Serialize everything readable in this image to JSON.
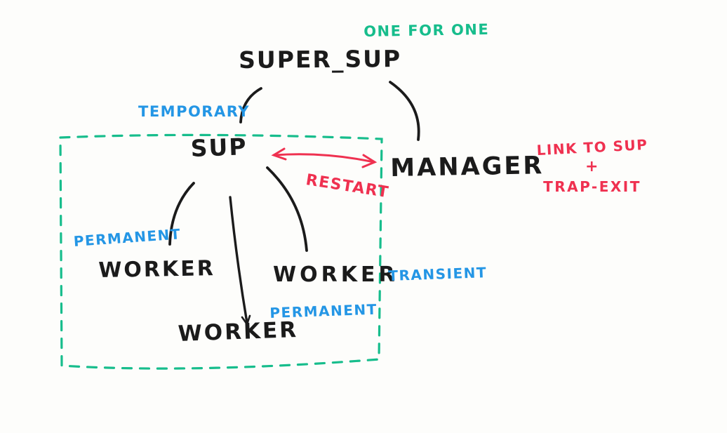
{
  "diagram": {
    "kind": "hand-drawn supervision tree sketch",
    "strategy_note": "ONE FOR ONE"
  },
  "nodes": {
    "super_sup": {
      "label": "SUPER_SUP"
    },
    "sup": {
      "label": "SUP"
    },
    "manager": {
      "label": "MANAGER"
    },
    "worker_left": {
      "label": "WORKER"
    },
    "worker_middle": {
      "label": "WORKER"
    },
    "worker_bottom": {
      "label": "WORKER"
    }
  },
  "annotations": {
    "one_for_one": {
      "text": "ONE FOR ONE",
      "color": "#17bd8c",
      "applies_to": "super_sup"
    },
    "temporary": {
      "text": "TEMPORARY",
      "color": "#2496e5",
      "applies_to": "sup"
    },
    "permanent_left": {
      "text": "PERMANENT",
      "color": "#2496e5",
      "applies_to": "worker_left"
    },
    "transient": {
      "text": "TRANSIENT",
      "color": "#2496e5",
      "applies_to": "worker_middle"
    },
    "permanent_bottom": {
      "text": "PERMANENT",
      "color": "#2496e5",
      "applies_to": "worker_bottom"
    },
    "restart": {
      "text": "RESTART",
      "color": "#ef3150",
      "applies_to": "sup-manager link"
    },
    "link_note": {
      "line1": "LINK TO SUP",
      "line2": "+",
      "line3": "TRAP-EXIT",
      "color": "#ef3150",
      "applies_to": "manager"
    }
  },
  "edges": [
    {
      "from": "super_sup",
      "to": "sup",
      "style": "arc"
    },
    {
      "from": "super_sup",
      "to": "manager",
      "style": "arc"
    },
    {
      "from": "sup",
      "to": "worker_left",
      "style": "arc"
    },
    {
      "from": "sup",
      "to": "worker_bottom",
      "style": "line"
    },
    {
      "from": "sup",
      "to": "worker_middle",
      "style": "arc"
    },
    {
      "from": "manager",
      "to": "sup",
      "style": "double-arrow",
      "label": "RESTART"
    }
  ],
  "boundary_box": {
    "style": "dashed",
    "color": "#17bd8c",
    "contains": [
      "sup",
      "worker_left",
      "worker_middle",
      "worker_bottom"
    ]
  },
  "colors": {
    "ink": "#1b1b1b",
    "green": "#17bd8c",
    "blue": "#2496e5",
    "red": "#ef3150",
    "background": "#fdfdfb"
  }
}
